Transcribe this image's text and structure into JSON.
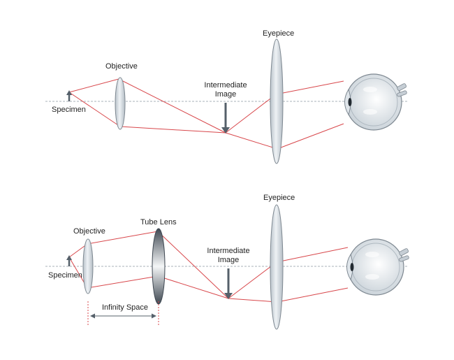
{
  "colors": {
    "ray": "#d8474b",
    "axis": "#a9b2b8",
    "lens_fill": "#cfd6dc",
    "lens_stroke": "#7e8891",
    "arrow": "#55606a",
    "tube_dark": "#4c5560",
    "tube_light": "#f4f6f7",
    "eye_fill": "#e3e8ec",
    "eye_stroke": "#7e8891",
    "text": "#222222"
  },
  "diagrams": [
    {
      "type": "finite",
      "labels": {
        "objective": "Objective",
        "specimen": "Specimen",
        "intermediate_image_line1": "Intermediate",
        "intermediate_image_line2": "Image",
        "eyepiece": "Eyepiece"
      }
    },
    {
      "type": "infinity",
      "labels": {
        "objective": "Objective",
        "specimen": "Specimen",
        "tube_lens": "Tube Lens",
        "intermediate_image_line1": "Intermediate",
        "intermediate_image_line2": "Image",
        "eyepiece": "Eyepiece",
        "infinity_space": "Infinity Space"
      }
    }
  ]
}
